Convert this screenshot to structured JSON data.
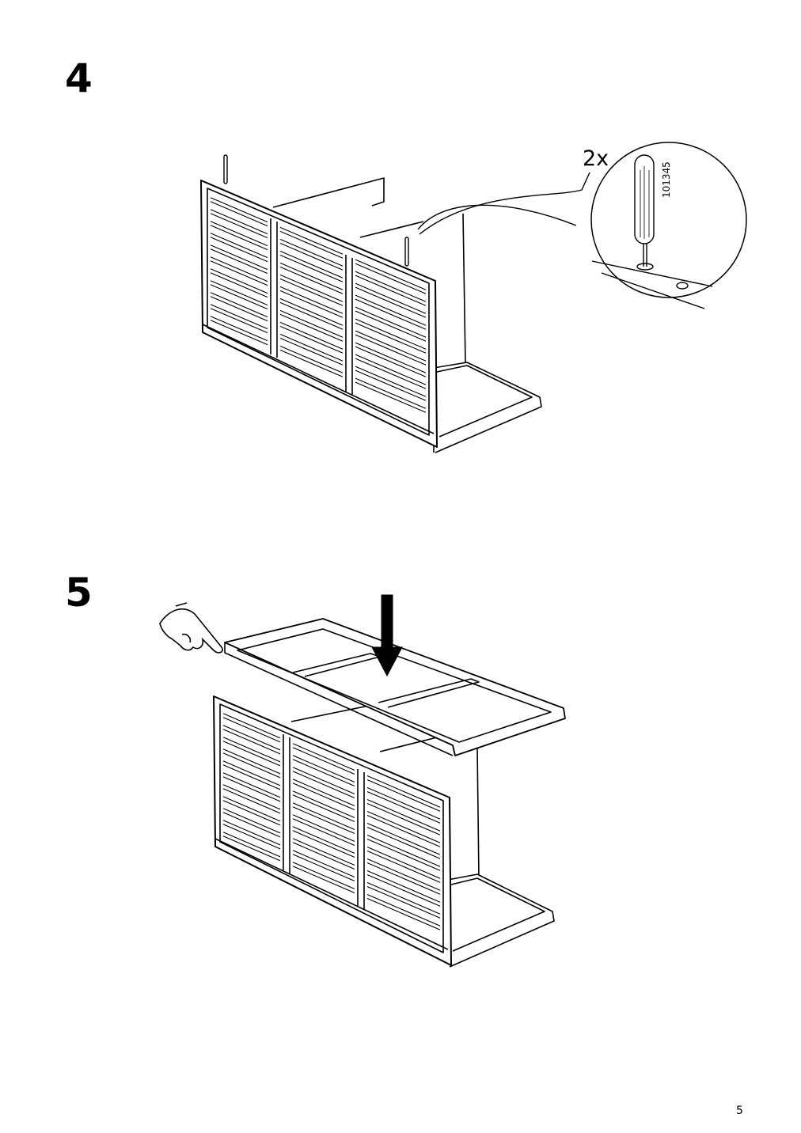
{
  "steps": [
    {
      "number": "4",
      "callout": {
        "quantity": "2x",
        "part_number": "101345"
      }
    },
    {
      "number": "5"
    }
  ],
  "page_number": "5",
  "icons": [
    "dowel-icon",
    "pointing-hand-icon",
    "down-arrow-icon"
  ]
}
